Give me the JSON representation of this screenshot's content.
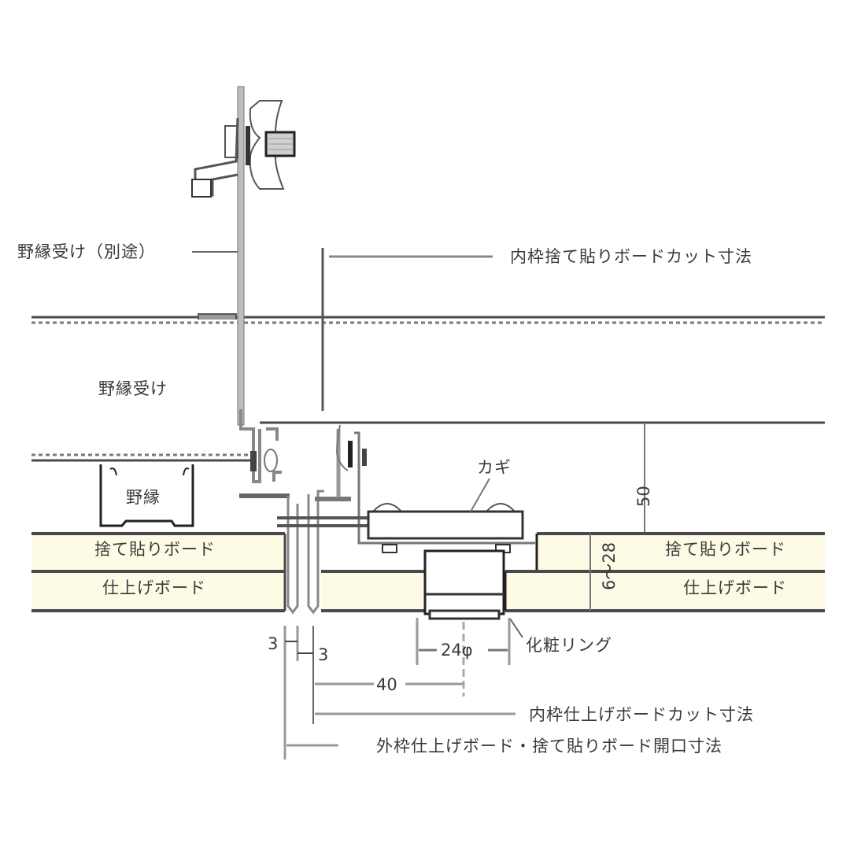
{
  "diagram": {
    "type": "ceiling inspection hatch cross-section",
    "colors": {
      "line": "#4a4a4a",
      "light_line": "#a8a8a8",
      "board_fill": "#fdfbe6",
      "background": "#ffffff"
    }
  },
  "labels": {
    "runner_bracket_separate": "野縁受け（別途）",
    "inner_frame_backing_board_cut": "内枠捨て貼りボードカット寸法",
    "runner_bracket": "野縁受け",
    "furring": "野縁",
    "hook": "カギ",
    "backing_board_left": "捨て貼りボード",
    "finish_board_left": "仕上げボード",
    "backing_board_right": "捨て貼りボード",
    "finish_board_right": "仕上げボード",
    "decorative_ring": "化粧リング",
    "inner_frame_finish_board_cut": "内枠仕上げボードカット寸法",
    "outer_frame_opening": "外枠仕上げボード・捨て貼りボード開口寸法"
  },
  "dimensions": {
    "gap_left": "3",
    "gap_right": "3",
    "offset_40": "40",
    "ring_diameter": "24φ",
    "depth_50": "50",
    "board_thickness": "6～28"
  }
}
